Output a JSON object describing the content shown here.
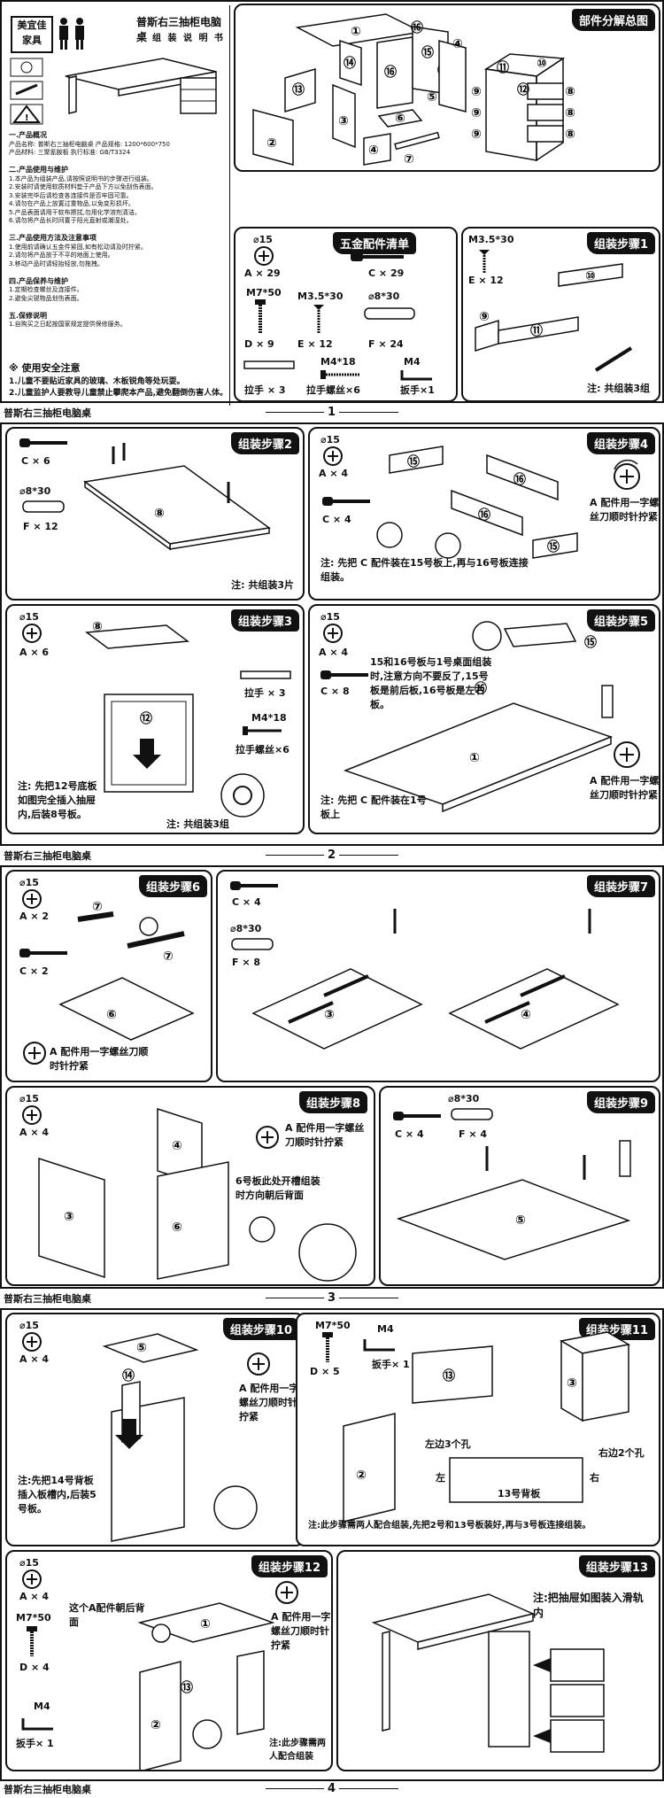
{
  "product_name": "普斯右三抽柜电脑桌",
  "manual": {
    "brand": "美宜佳",
    "brand2": "家具",
    "title": "普斯右三抽柜电脑桌",
    "subtitle": "组 装 说 明 书",
    "sections": [
      "一.产品概况",
      "二.产品使用与维护",
      "三.产品使用方法及注意事项",
      "四.产品保养与维护",
      "五.保修说明"
    ],
    "safety_title": "※ 使用安全注意",
    "safety_items": [
      "1.儿童不要贴近家具的玻璃、木板锐角等处玩耍。",
      "2.儿童监护人要教导儿童禁止攀爬本产品,避免翻倒伤害人体。"
    ]
  },
  "parts_overview": {
    "title": "部件分解总图",
    "numbers": [
      "1",
      "2",
      "3",
      "4",
      "5",
      "6",
      "7",
      "8",
      "9",
      "10",
      "11",
      "12",
      "13",
      "14",
      "15",
      "16"
    ]
  },
  "hardware": {
    "title": "五金配件清单",
    "items": [
      {
        "spec": "⌀15",
        "label": "A × 29"
      },
      {
        "spec": "",
        "label": "C × 29"
      },
      {
        "spec": "M7*50",
        "label": "D × 9"
      },
      {
        "spec": "M3.5*30",
        "label": "E × 12"
      },
      {
        "spec": "⌀8*30",
        "label": "F × 24"
      },
      {
        "spec": "",
        "label": "拉手 × 3"
      },
      {
        "spec": "M4*18",
        "label": "拉手螺丝×6"
      },
      {
        "spec": "M4",
        "label": "扳手×1"
      }
    ]
  },
  "steps": [
    {
      "title": "组装步骤1",
      "items": [
        "M3.5*30",
        "E × 12"
      ],
      "note": "注: 共组装3组"
    },
    {
      "title": "组装步骤2",
      "items": [
        "C × 6",
        "⌀8*30",
        "F × 12"
      ],
      "note": "注: 共组装3片"
    },
    {
      "title": "组装步骤3",
      "items": [
        "⌀15",
        "A × 6",
        "拉手 × 3",
        "M4*18",
        "拉手螺丝×6"
      ],
      "note": "注: 先把12号底板如图完全插入抽屉内,后装8号板。",
      "note2": "注: 共组装3组"
    },
    {
      "title": "组装步骤4",
      "items": [
        "⌀15",
        "A × 4",
        "C × 4"
      ],
      "note": "注: 先把 C 配件装在15号板上,再与16号板连接组装。",
      "tip": "A 配件用一字螺丝刀顺时针拧紧"
    },
    {
      "title": "组装步骤5",
      "items": [
        "⌀15",
        "A × 4",
        "C × 8"
      ],
      "callout": "15和16号板与1号桌面组装时,注意方向不要反了,15号板是前后板,16号板是左右板。",
      "note": "注: 先把 C 配件装在1号板上",
      "tip": "A 配件用一字螺丝刀顺时针拧紧"
    },
    {
      "title": "组装步骤6",
      "items": [
        "⌀15",
        "A × 2",
        "C × 2"
      ],
      "tip": "A 配件用一字螺丝刀顺时针拧紧"
    },
    {
      "title": "组装步骤7",
      "items": [
        "C × 4",
        "⌀8*30",
        "F × 8"
      ]
    },
    {
      "title": "组装步骤8",
      "items": [
        "⌀15",
        "A × 4"
      ],
      "callout": "6号板此处开槽组装时方向朝后背面",
      "tip": "A 配件用一字螺丝刀顺时针拧紧"
    },
    {
      "title": "组装步骤9",
      "items": [
        "⌀8*30",
        "C × 4",
        "F × 4"
      ]
    },
    {
      "title": "组装步骤10",
      "items": [
        "⌀15",
        "A × 4"
      ],
      "note": "注:先把14号背板插入板槽内,后装5号板。",
      "tip": "A 配件用一字螺丝刀顺时针拧紧"
    },
    {
      "title": "组装步骤11",
      "items": [
        "M7*50",
        "D × 5",
        "M4",
        "扳手× 1"
      ],
      "callout_left": "左边3个孔",
      "callout_right": "右边2个孔",
      "side_left": "左",
      "side_right": "右",
      "back": "13号背板",
      "note": "注:此步骤需两人配合组装,先把2号和13号板装好,再与3号板连接组装。"
    },
    {
      "title": "组装步骤12",
      "items": [
        "⌀15",
        "A × 4",
        "M7*50",
        "D × 4",
        "M4",
        "扳手× 1"
      ],
      "callout": "这个A配件朝后背面",
      "note": "注:此步骤需两人配合组装",
      "tip": "A 配件用一字螺丝刀顺时针拧紧"
    },
    {
      "title": "组装步骤13",
      "note": "注:把抽屉如图装入滑轨内"
    }
  ],
  "page_numbers": [
    "1",
    "2",
    "3",
    "4"
  ]
}
